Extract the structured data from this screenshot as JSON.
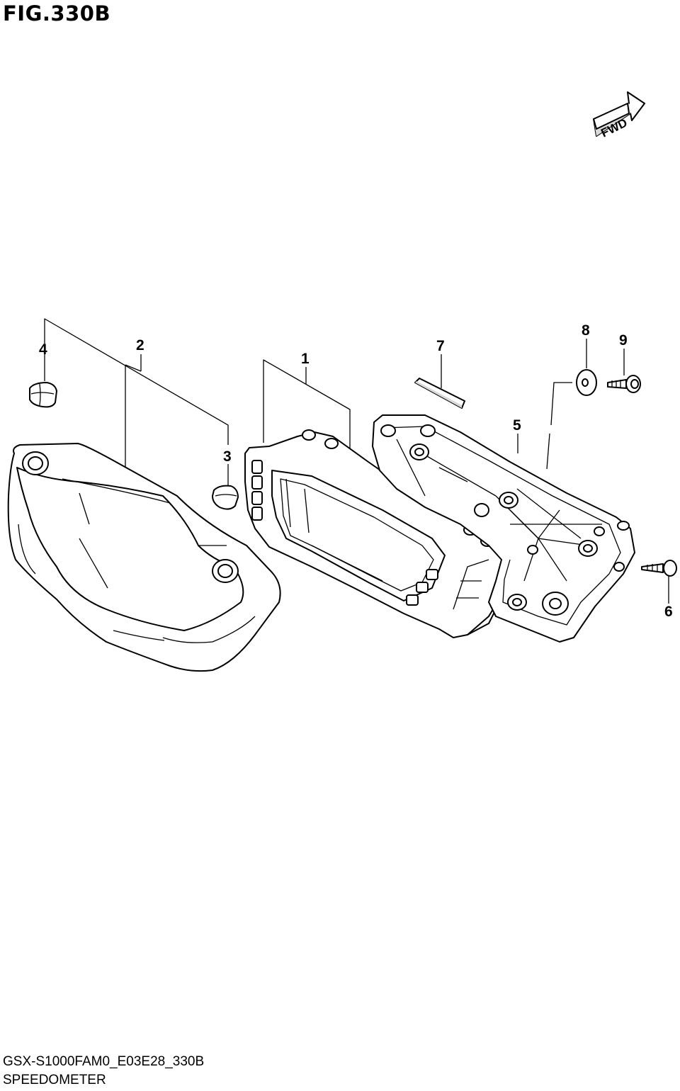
{
  "figure": {
    "title": "FIG.330B",
    "direction_label": "FWD",
    "diagram_code": "GSX-S1000FAM0_E03E28_330B",
    "section_name": "SPEEDOMETER"
  },
  "callouts": [
    {
      "id": "1"
    },
    {
      "id": "2"
    },
    {
      "id": "3"
    },
    {
      "id": "4"
    },
    {
      "id": "5"
    },
    {
      "id": "6"
    },
    {
      "id": "7"
    },
    {
      "id": "8"
    },
    {
      "id": "9"
    }
  ]
}
